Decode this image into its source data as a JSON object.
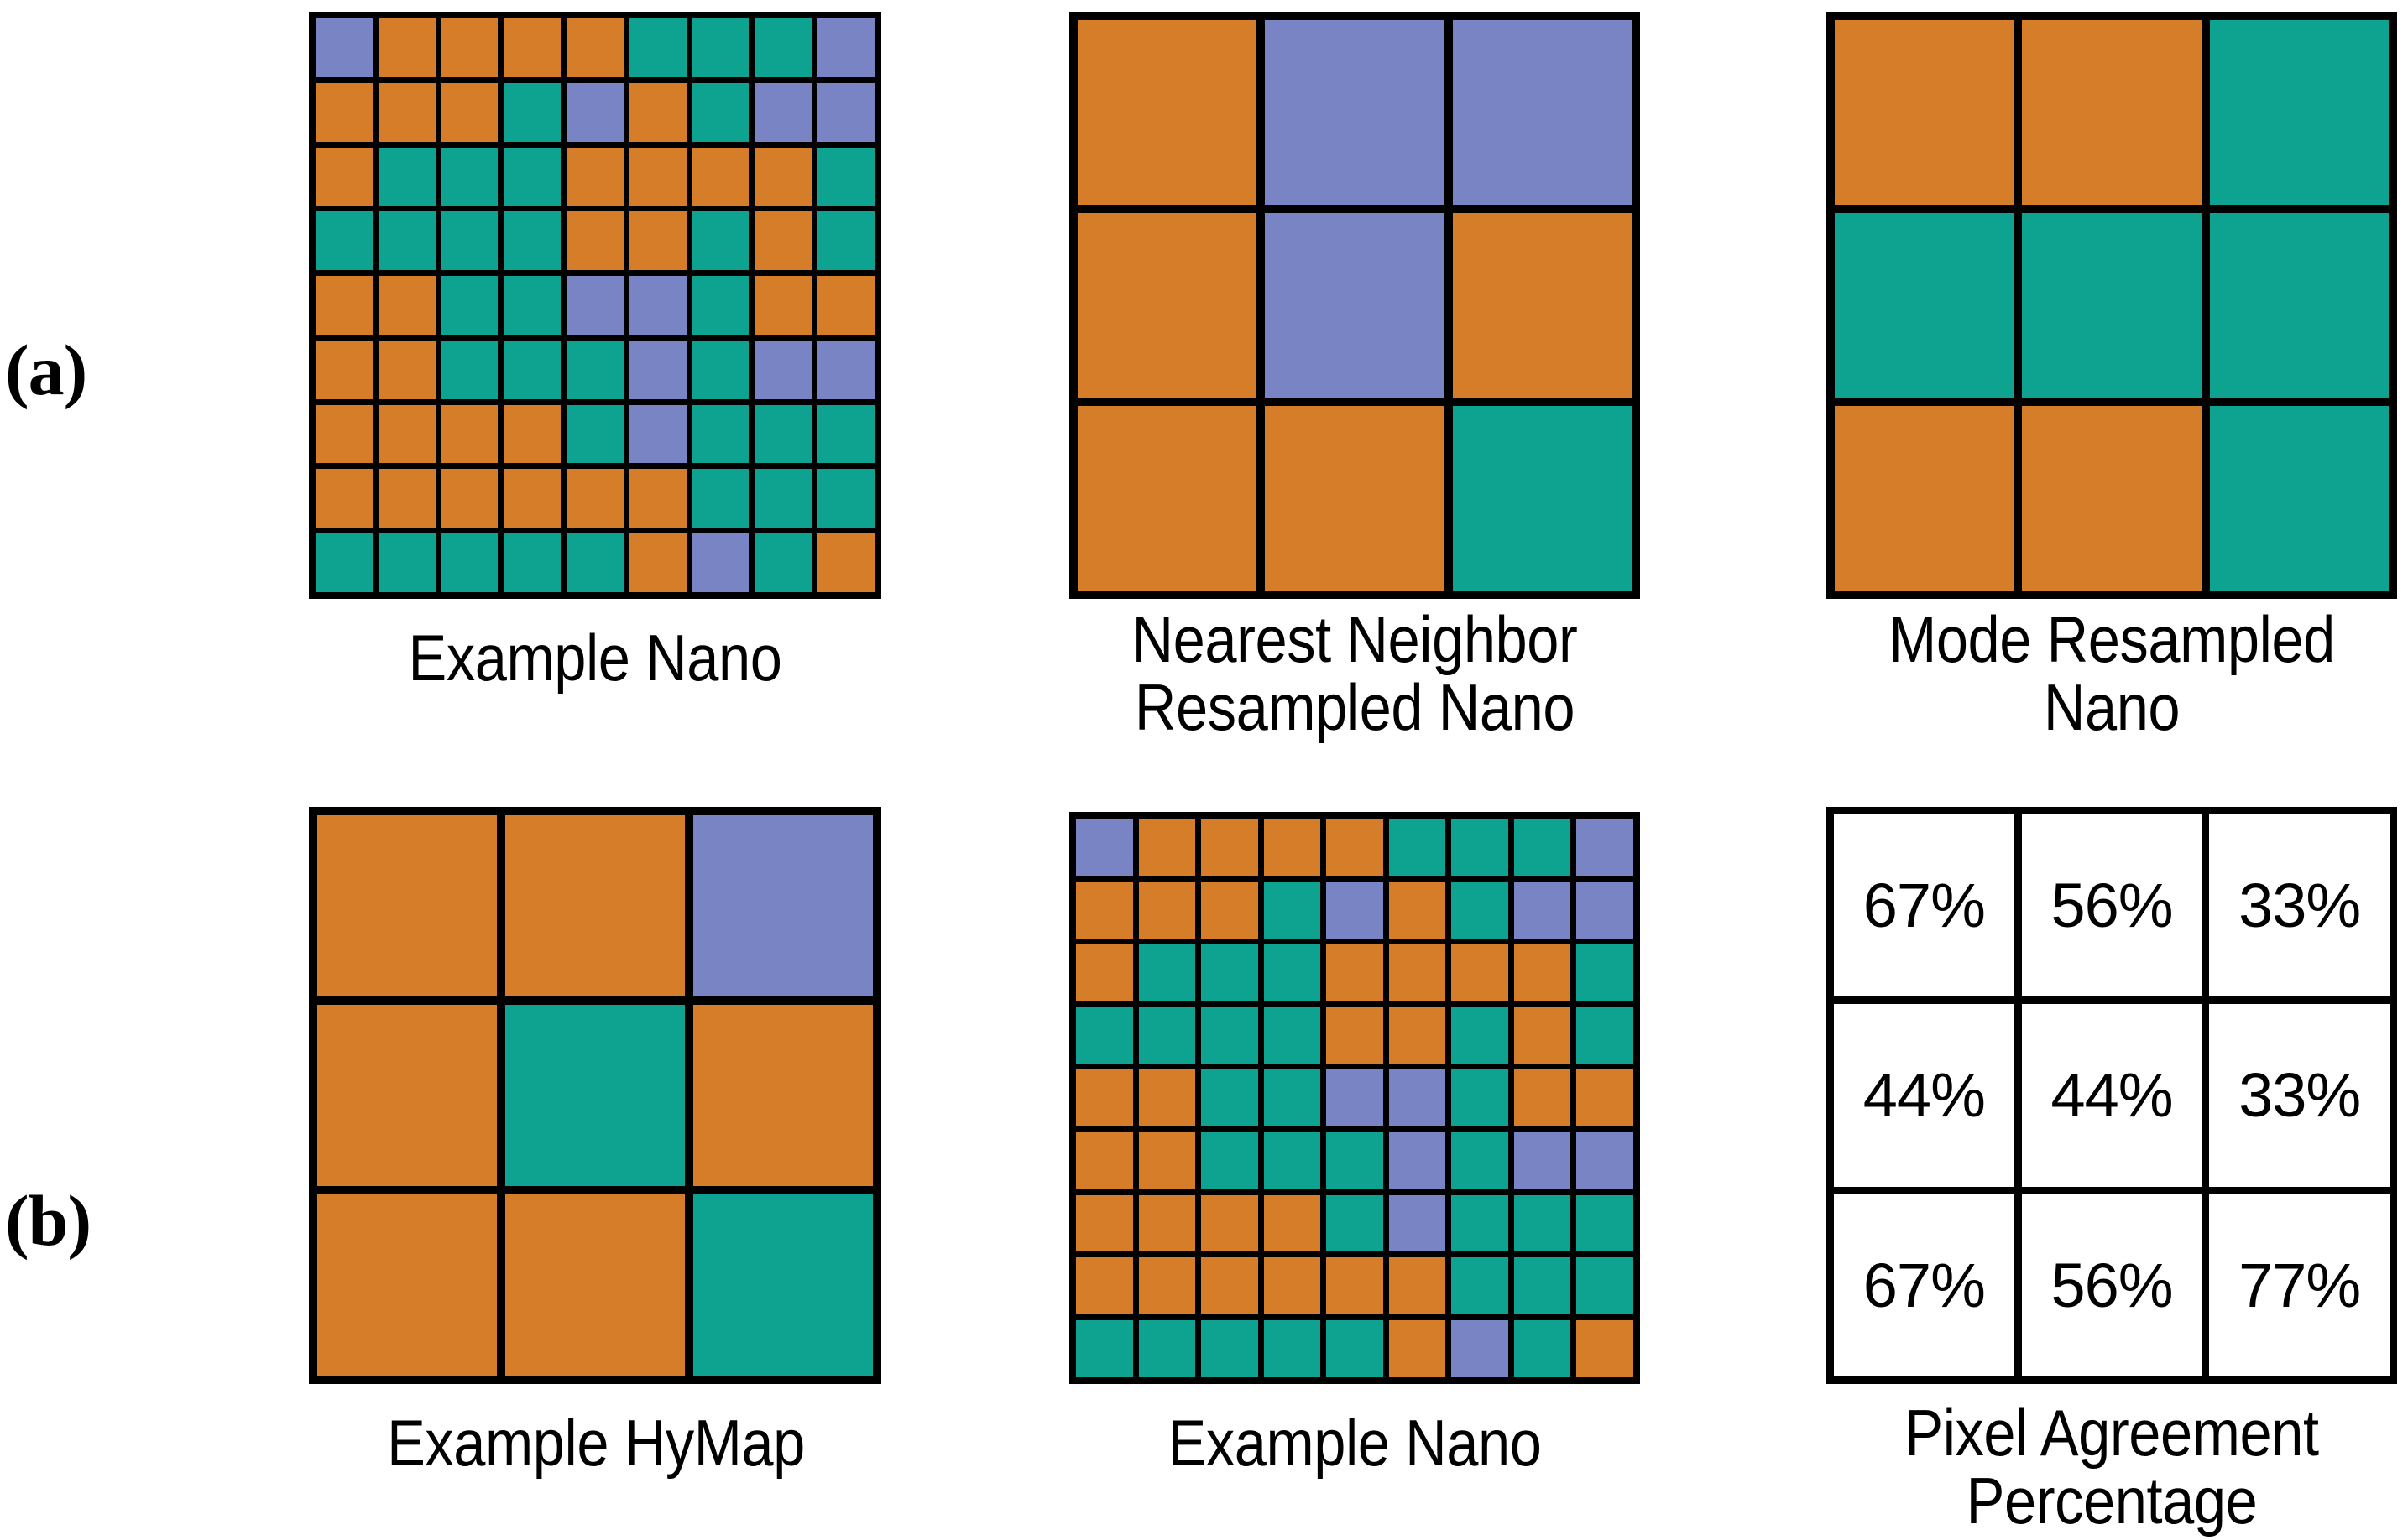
{
  "figure": {
    "panels": [
      {
        "letter": "(a)"
      },
      {
        "letter": "(b)"
      }
    ],
    "colors": {
      "orange": "#d57d29",
      "teal": "#0ea391",
      "purple": "#7884c3",
      "border": "#000000",
      "background": "#ffffff"
    }
  },
  "captions": {
    "example_nano_a": "Example Nano",
    "nearest_neighbor": "Nearest Neighbor\nResampled Nano",
    "mode_resampled": "Mode Resampled\nNano",
    "example_hymap": "Example HyMap",
    "example_nano_b": "Example Nano",
    "pixel_agreement": "Pixel Agreement\nPercentage"
  },
  "chart_data": [
    {
      "type": "heatmap",
      "name": "example-nano-a",
      "title": "Example Nano",
      "rows": 9,
      "cols": 9,
      "legend": [
        "orange",
        "teal",
        "purple"
      ],
      "cells": [
        [
          "purple",
          "orange",
          "orange",
          "orange",
          "orange",
          "teal",
          "teal",
          "teal",
          "purple"
        ],
        [
          "orange",
          "orange",
          "orange",
          "teal",
          "purple",
          "orange",
          "teal",
          "purple",
          "purple"
        ],
        [
          "orange",
          "teal",
          "teal",
          "teal",
          "orange",
          "orange",
          "orange",
          "orange",
          "teal"
        ],
        [
          "teal",
          "teal",
          "teal",
          "teal",
          "orange",
          "orange",
          "teal",
          "orange",
          "teal"
        ],
        [
          "orange",
          "orange",
          "teal",
          "teal",
          "purple",
          "purple",
          "teal",
          "orange",
          "orange"
        ],
        [
          "orange",
          "orange",
          "teal",
          "teal",
          "teal",
          "purple",
          "teal",
          "purple",
          "purple"
        ],
        [
          "orange",
          "orange",
          "orange",
          "orange",
          "teal",
          "purple",
          "teal",
          "teal",
          "teal"
        ],
        [
          "orange",
          "orange",
          "orange",
          "orange",
          "orange",
          "orange",
          "teal",
          "teal",
          "teal"
        ],
        [
          "teal",
          "teal",
          "teal",
          "teal",
          "teal",
          "orange",
          "purple",
          "teal",
          "orange"
        ]
      ]
    },
    {
      "type": "heatmap",
      "name": "nearest-neighbor-resampled-nano",
      "title": "Nearest Neighbor Resampled Nano",
      "rows": 3,
      "cols": 3,
      "legend": [
        "orange",
        "teal",
        "purple"
      ],
      "cells": [
        [
          "orange",
          "purple",
          "purple"
        ],
        [
          "orange",
          "purple",
          "orange"
        ],
        [
          "orange",
          "orange",
          "teal"
        ]
      ]
    },
    {
      "type": "heatmap",
      "name": "mode-resampled-nano",
      "title": "Mode Resampled Nano",
      "rows": 3,
      "cols": 3,
      "legend": [
        "orange",
        "teal",
        "purple"
      ],
      "cells": [
        [
          "orange",
          "orange",
          "teal"
        ],
        [
          "teal",
          "teal",
          "teal"
        ],
        [
          "orange",
          "orange",
          "teal"
        ]
      ]
    },
    {
      "type": "heatmap",
      "name": "example-hymap",
      "title": "Example HyMap",
      "rows": 3,
      "cols": 3,
      "legend": [
        "orange",
        "teal",
        "purple"
      ],
      "cells": [
        [
          "orange",
          "orange",
          "purple"
        ],
        [
          "orange",
          "teal",
          "orange"
        ],
        [
          "orange",
          "orange",
          "teal"
        ]
      ]
    },
    {
      "type": "heatmap",
      "name": "example-nano-b",
      "title": "Example Nano",
      "rows": 9,
      "cols": 9,
      "legend": [
        "orange",
        "teal",
        "purple"
      ],
      "cells": [
        [
          "purple",
          "orange",
          "orange",
          "orange",
          "orange",
          "teal",
          "teal",
          "teal",
          "purple"
        ],
        [
          "orange",
          "orange",
          "orange",
          "teal",
          "purple",
          "orange",
          "teal",
          "purple",
          "purple"
        ],
        [
          "orange",
          "teal",
          "teal",
          "teal",
          "orange",
          "orange",
          "orange",
          "orange",
          "teal"
        ],
        [
          "teal",
          "teal",
          "teal",
          "teal",
          "orange",
          "orange",
          "teal",
          "orange",
          "teal"
        ],
        [
          "orange",
          "orange",
          "teal",
          "teal",
          "purple",
          "purple",
          "teal",
          "orange",
          "orange"
        ],
        [
          "orange",
          "orange",
          "teal",
          "teal",
          "teal",
          "purple",
          "teal",
          "purple",
          "purple"
        ],
        [
          "orange",
          "orange",
          "orange",
          "orange",
          "teal",
          "purple",
          "teal",
          "teal",
          "teal"
        ],
        [
          "orange",
          "orange",
          "orange",
          "orange",
          "orange",
          "orange",
          "teal",
          "teal",
          "teal"
        ],
        [
          "teal",
          "teal",
          "teal",
          "teal",
          "teal",
          "orange",
          "purple",
          "teal",
          "orange"
        ]
      ]
    },
    {
      "type": "table",
      "name": "pixel-agreement-percentage",
      "title": "Pixel Agreement Percentage",
      "rows": 3,
      "cols": 3,
      "values": [
        [
          "67%",
          "56%",
          "33%"
        ],
        [
          "44%",
          "44%",
          "33%"
        ],
        [
          "67%",
          "56%",
          "77%"
        ]
      ]
    }
  ]
}
